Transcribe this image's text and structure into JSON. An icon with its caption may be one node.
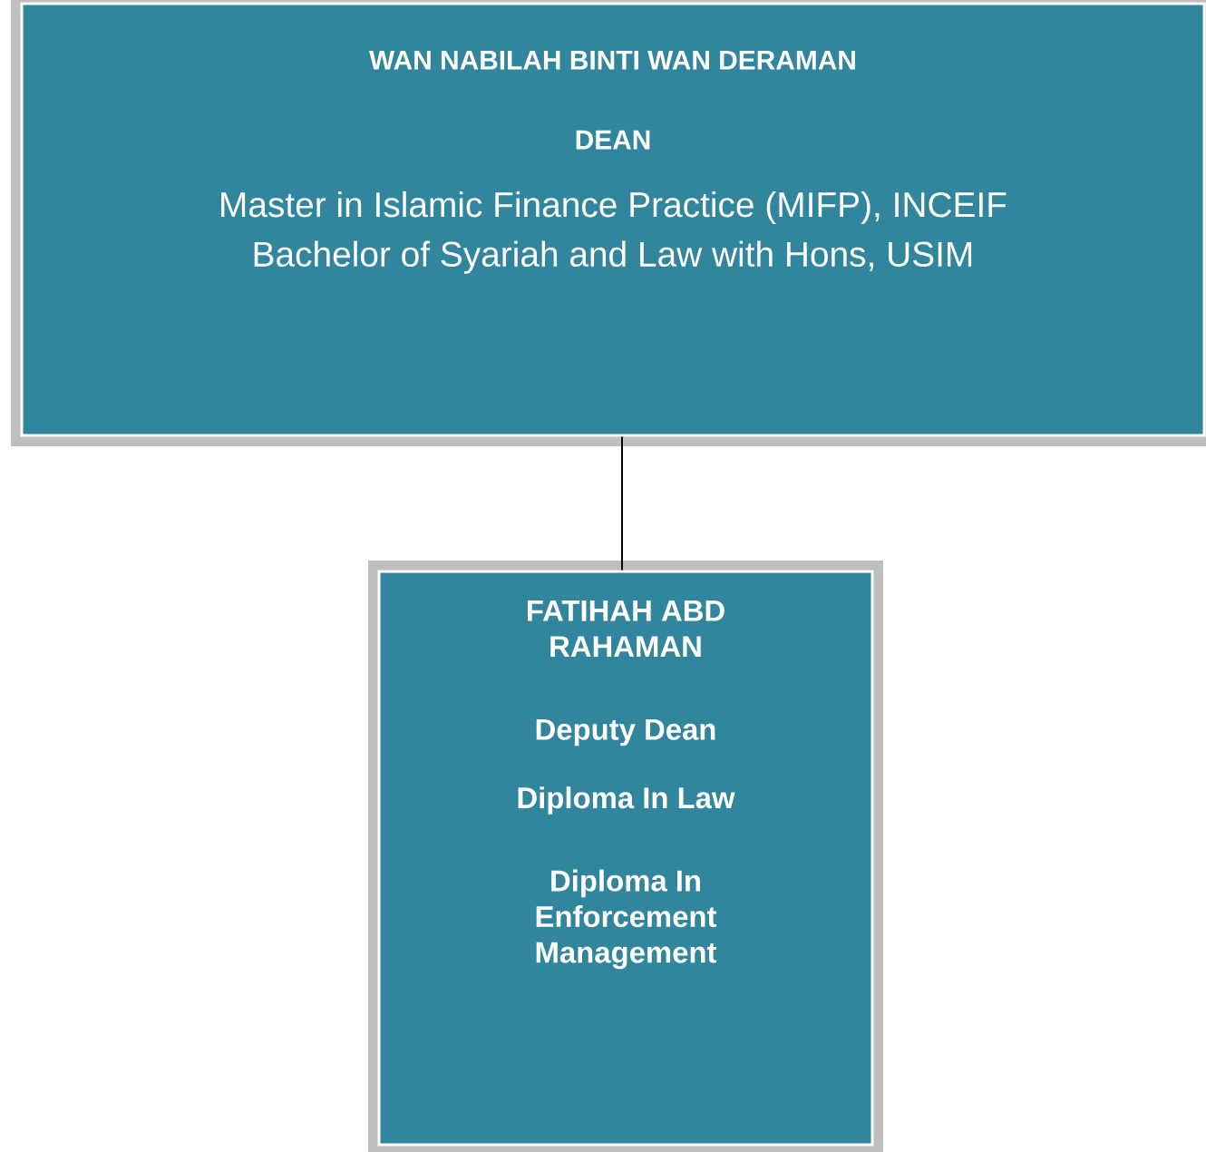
{
  "diagram": {
    "nodes": [
      {
        "text": [
          "WAN NABILAH BINTI WAN DERAMAN",
          "DEAN",
          "Master in Islamic Finance Practice (MIFP), INCEIF",
          "Bachelor of Syariah and Law with Hons, USIM"
        ]
      },
      {
        "text": [
          "FATIHAH ABD RAHAMAN",
          "Deputy Dean",
          "Diploma In Law",
          "Diploma In Enforcement Management"
        ]
      }
    ],
    "edges": [
      {
        "from": 0,
        "to": 1,
        "arrow": "none"
      }
    ]
  }
}
